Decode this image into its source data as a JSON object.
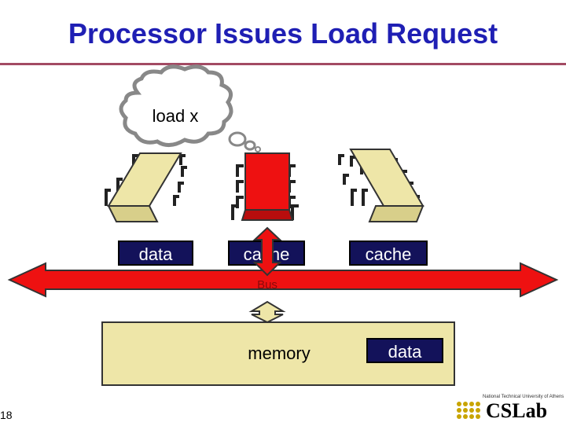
{
  "slide": {
    "title": "Processor Issues Load Request",
    "number": "18"
  },
  "bubble": {
    "text": "load x"
  },
  "caches": [
    {
      "label": "data"
    },
    {
      "label": "cache"
    },
    {
      "label": "cache"
    }
  ],
  "bus": {
    "label": "Bus"
  },
  "memory": {
    "label": "memory",
    "data_label": "data"
  },
  "logo": {
    "text": "CSLab",
    "subtitle": "National Technical University of Athens"
  },
  "colors": {
    "title": "#1f1fb4",
    "rule": "#a34a63",
    "processor_active": "#ee1111",
    "processor_idle": "#eee6a8",
    "bus": "#ee1111",
    "memory": "#eee6a8",
    "box": "#13125a"
  }
}
